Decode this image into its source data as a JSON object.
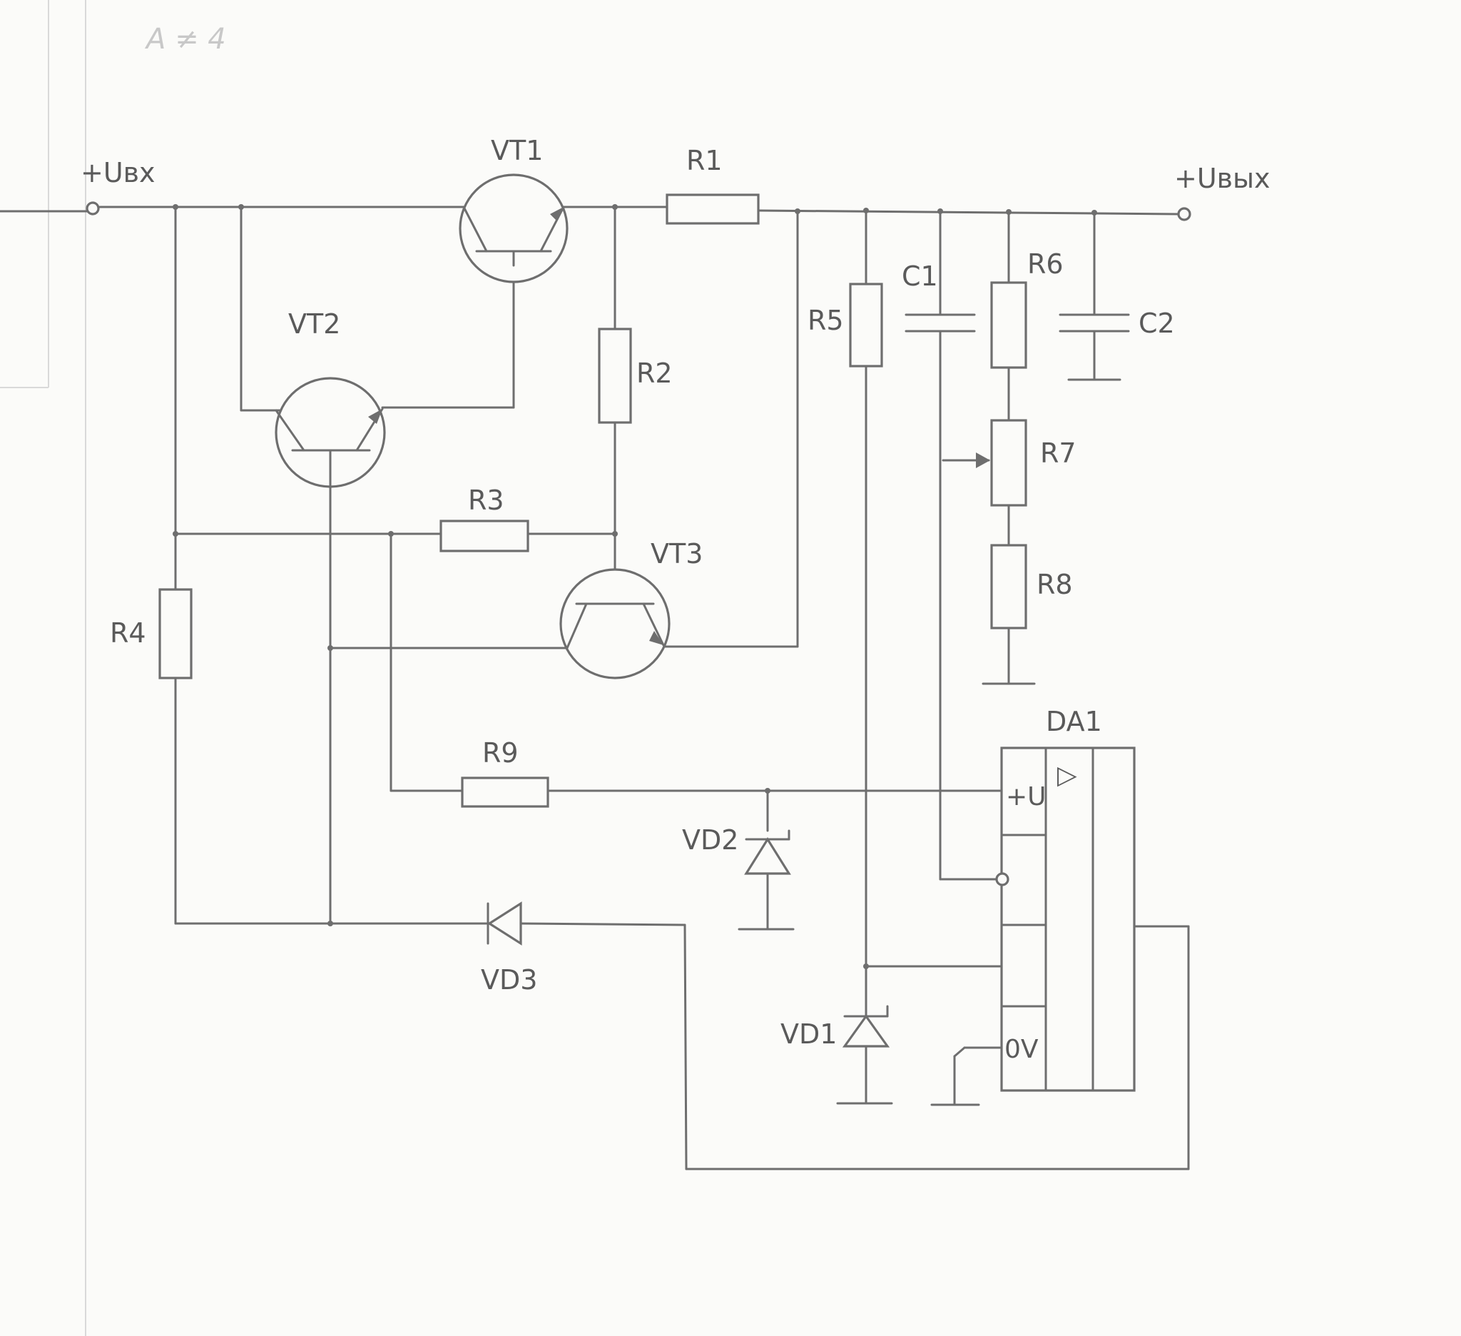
{
  "note": "A ≠ 4",
  "terminals": {
    "input": "+Uвх",
    "output": "+Uвых"
  },
  "components": {
    "vt1": "VT1",
    "vt2": "VT2",
    "vt3": "VT3",
    "r1": "R1",
    "r2": "R2",
    "r3": "R3",
    "r4": "R4",
    "r5": "R5",
    "r6": "R6",
    "r7": "R7",
    "r8": "R8",
    "r9": "R9",
    "c1": "C1",
    "c2": "C2",
    "vd1": "VD1",
    "vd2": "VD2",
    "vd3": "VD3",
    "da1": "DA1"
  },
  "da1_pins": {
    "supply": "+U",
    "ground": "0V",
    "symbol": "▷"
  },
  "colors": {
    "ink": "#6e6e6e",
    "paper": "#fbfbf9",
    "note": "#c8c8c8"
  }
}
